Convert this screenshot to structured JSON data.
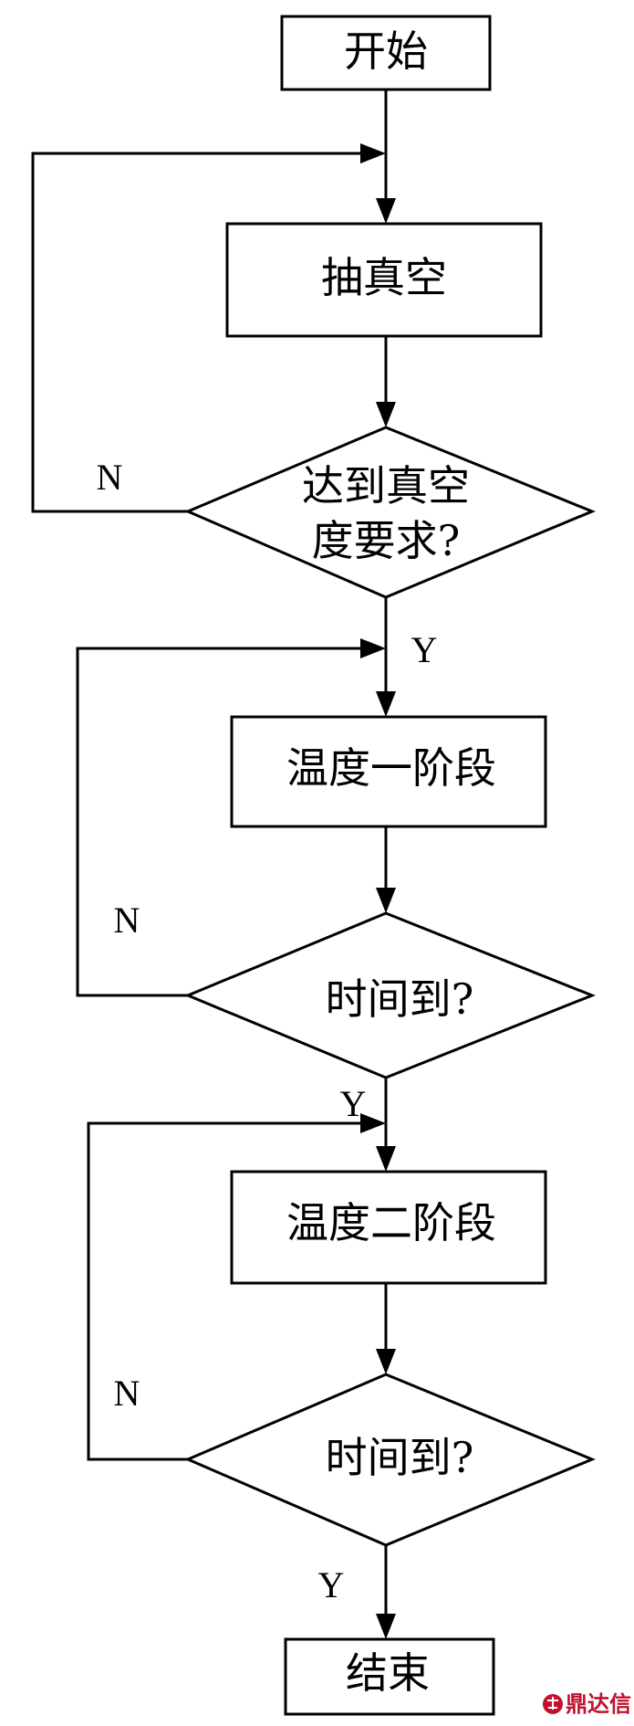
{
  "flowchart": {
    "start": "开始",
    "vacuum": "抽真空",
    "vacuum_check_line1": "达到真空",
    "vacuum_check_line2": "度要求?",
    "stage1": "温度一阶段",
    "time_check_1": "时间到?",
    "stage2": "温度二阶段",
    "time_check_2": "时间到?",
    "end": "结束"
  },
  "branch_labels": {
    "no_1": "N",
    "yes_1": "Y",
    "no_2": "N",
    "yes_2": "Y",
    "no_3": "N",
    "yes_3": "Y"
  },
  "watermark": {
    "text": "鼎达信"
  }
}
